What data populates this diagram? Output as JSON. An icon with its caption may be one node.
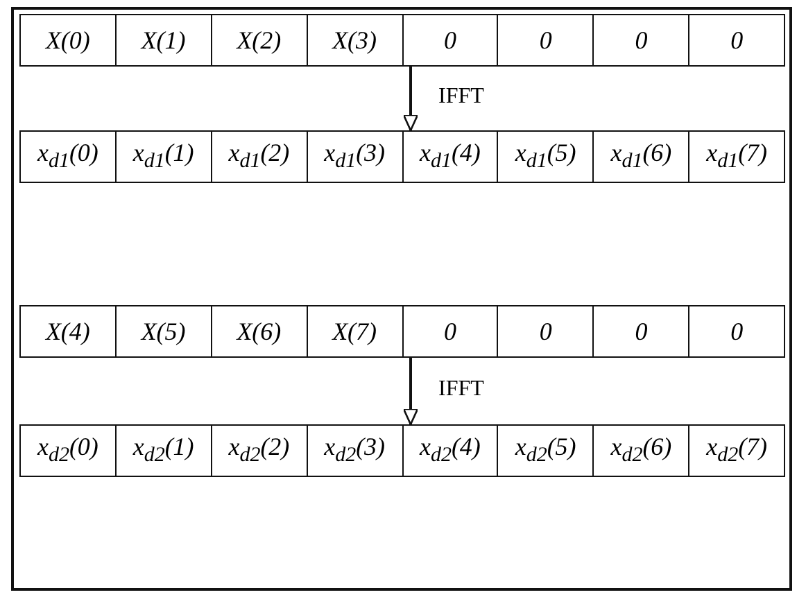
{
  "diagram": {
    "nodes": [
      {
        "text": [],
        "shape": "box"
      },
      {
        "text": [
          "X(0)"
        ],
        "in": 0
      },
      {
        "text": [
          "X(1)"
        ],
        "in": 0
      },
      {
        "text": [
          "X(2)"
        ],
        "in": 0
      },
      {
        "text": [
          "X(3)"
        ],
        "in": 0
      },
      {
        "text": [
          "0"
        ],
        "in": 0
      },
      {
        "text": [
          "0"
        ],
        "in": 0
      },
      {
        "text": [
          "0"
        ],
        "in": 0
      },
      {
        "text": [
          "0"
        ],
        "in": 0
      },
      {
        "text": [],
        "shape": "box"
      },
      {
        "text": [
          "x$_{d1}$(0)"
        ],
        "in": 9
      },
      {
        "text": [
          "x$_{d1}$(1)"
        ],
        "in": 9
      },
      {
        "text": [
          "x$_{d1}$(2)"
        ],
        "in": 9
      },
      {
        "text": [
          "x$_{d1}$(3)"
        ],
        "in": 9
      },
      {
        "text": [
          "x$_{d1}$(4)"
        ],
        "in": 9
      },
      {
        "text": [
          "x$_{d1}$(5)"
        ],
        "in": 9
      },
      {
        "text": [
          "x$_{d1}$(6)"
        ],
        "in": 9
      },
      {
        "text": [
          "x$_{d1}$(7)"
        ],
        "in": 9
      },
      {
        "text": [],
        "shape": "box"
      },
      {
        "text": [
          "X(4)"
        ],
        "in": 18
      },
      {
        "text": [
          "X(5)"
        ],
        "in": 18
      },
      {
        "text": [
          "X(6)"
        ],
        "in": 18
      },
      {
        "text": [
          "X(7)"
        ],
        "in": 18
      },
      {
        "text": [
          "0"
        ],
        "in": 18
      },
      {
        "text": [
          "0"
        ],
        "in": 18
      },
      {
        "text": [
          "0"
        ],
        "in": 18
      },
      {
        "text": [
          "0"
        ],
        "in": 18
      },
      {
        "text": [],
        "shape": "box"
      },
      {
        "text": [
          "x$_{d2}$(0)"
        ],
        "in": 27
      },
      {
        "text": [
          "x$_{d2}$(1)"
        ],
        "in": 27
      },
      {
        "text": [
          "x$_{d2}$(2)"
        ],
        "in": 27
      },
      {
        "text": [
          "x$_{d2}$(3)"
        ],
        "in": 27
      },
      {
        "text": [
          "x$_{d2}$(4)"
        ],
        "in": 27
      },
      {
        "text": [
          "x$_{d2}$(5)"
        ],
        "in": 27
      },
      {
        "text": [
          "x$_{d2}$(6)"
        ],
        "in": 27
      },
      {
        "text": [
          "x$_{d2}$(7)"
        ],
        "in": 27
      }
    ],
    "edges": [
      {
        "from": 0,
        "to": 9,
        "arrow": "to",
        "label": "IFFT"
      },
      {
        "from": 18,
        "to": 27,
        "arrow": "to",
        "label": "IFFT"
      }
    ]
  }
}
